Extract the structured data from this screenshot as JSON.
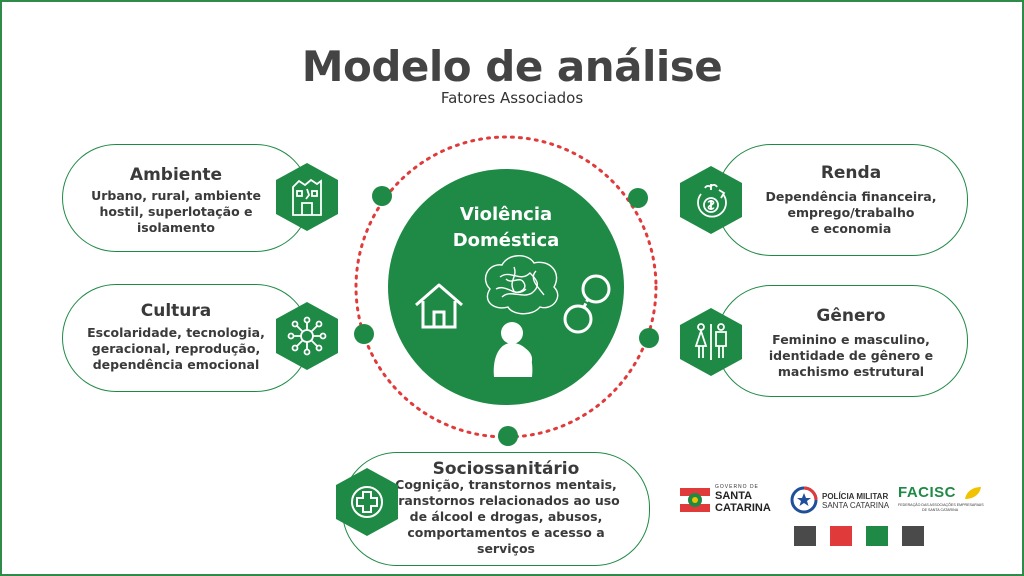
{
  "title": "Modelo de análise",
  "subtitle": "Fatores Associados",
  "center": {
    "line1": "Violência",
    "line2": "Doméstica",
    "icons": [
      "house-icon",
      "brain-figure-icon",
      "handcuffs-icon"
    ]
  },
  "factors": {
    "ambiente": {
      "title": "Ambiente",
      "lines": [
        "Urbano, rural, ambiente",
        "hostil, superlotação e",
        "isolamento"
      ],
      "icon": "building-icon"
    },
    "cultura": {
      "title": "Cultura",
      "lines": [
        "Escolaridade, tecnologia,",
        "geracional, reprodução,",
        "dependência emocional"
      ],
      "icon": "network-icon"
    },
    "renda": {
      "title": "Renda",
      "lines": [
        "Dependência financeira,",
        "emprego/trabalho",
        "e economia"
      ],
      "icon": "money-growth-icon"
    },
    "genero": {
      "title": "Gênero",
      "lines": [
        "Feminino e masculino,",
        "identidade de gênero e",
        "machismo estrutural"
      ],
      "icon": "gender-icon"
    },
    "sociossanitario": {
      "title": "Sociossanitário",
      "lines": [
        "Cognição, transtornos mentais,",
        "transtornos relacionados ao uso",
        "de álcool e drogas, abusos,",
        "comportamentos e acesso a",
        "serviços"
      ],
      "icon": "health-cross-icon"
    }
  },
  "logos": {
    "santa_catarina": {
      "small": "GOVERNO DE",
      "line1": "SANTA",
      "line2": "CATARINA"
    },
    "policia": {
      "line1": "POLÍCIA MILITAR",
      "line2": "SANTA CATARINA"
    },
    "facisc": {
      "name": "FACISC",
      "line1": "FEDERAÇÃO DAS ASSOCIAÇÕES EMPRESARIAIS",
      "line2": "DE SANTA CATARINA"
    }
  },
  "colors": {
    "primary_green": "#1f8a45",
    "dot_red": "#e03a3a",
    "text_dark": "#3a3a3a",
    "swatches": [
      "#4a4a4a",
      "#e03a3a",
      "#1f8a45",
      "#4a4a4a"
    ]
  }
}
